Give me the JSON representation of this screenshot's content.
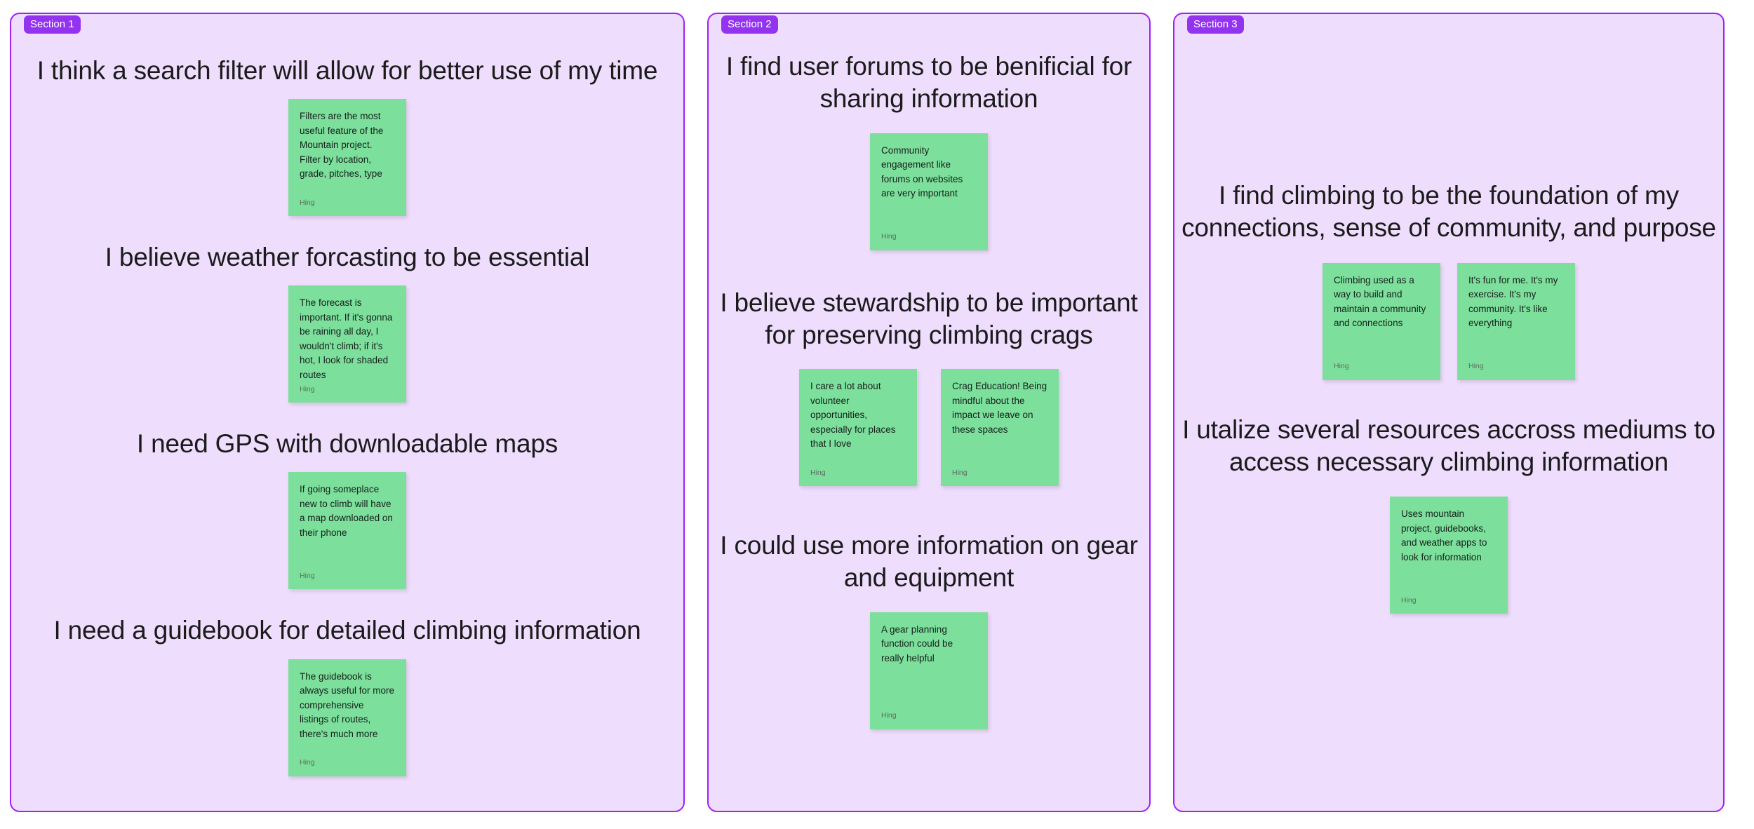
{
  "board": {
    "accent_purple": "#9333f0",
    "panel_fill": "#eeddfc",
    "panel_border": "#a020f5",
    "note_fill": "#7ddf9c",
    "note_author_default": "Hing"
  },
  "sections": [
    {
      "label": "Section 1",
      "groups": [
        {
          "heading": "I think a search filter will allow for better use of my time",
          "notes": [
            {
              "body": "Filters are the most useful feature of the Mountain project. Filter by location, grade, pitches, type",
              "author": "Hing"
            }
          ]
        },
        {
          "heading": "I believe weather forcasting to be essential",
          "notes": [
            {
              "body": "The forecast is important. If it's gonna be raining all day, I wouldn't climb; if it's hot, I look for shaded routes",
              "author": "Hing"
            }
          ]
        },
        {
          "heading": "I need GPS with downloadable maps",
          "notes": [
            {
              "body": "If going someplace new to climb will have a map downloaded on their phone",
              "author": "Hing"
            }
          ]
        },
        {
          "heading": "I need a guidebook for detailed climbing information",
          "notes": [
            {
              "body": "The guidebook is always useful for more comprehensive listings of routes, there's much more",
              "author": "Hing"
            }
          ]
        }
      ]
    },
    {
      "label": "Section 2",
      "groups": [
        {
          "heading": "I find user forums to be benificial for sharing information",
          "notes": [
            {
              "body": "Community engagement like forums on websites are very important",
              "author": "Hing"
            }
          ]
        },
        {
          "heading": "I believe stewardship to be important for preserving climbing crags",
          "notes": [
            {
              "body": "I care a lot about volunteer opportunities, especially for places that I love",
              "author": "Hing"
            },
            {
              "body": "Crag Education! Being mindful about the impact we leave on these spaces",
              "author": "Hing"
            }
          ]
        },
        {
          "heading": "I could use more information on gear and equipment",
          "notes": [
            {
              "body": "A gear planning function could be really helpful",
              "author": "Hing"
            }
          ]
        }
      ]
    },
    {
      "label": "Section 3",
      "groups": [
        {
          "heading": "I find climbing to be the foundation of my connections, sense of community, and purpose",
          "notes": [
            {
              "body": "Climbing used as a way to build and maintain a community and connections",
              "author": "Hing"
            },
            {
              "body": "It's fun for me. It's my exercise. It's my community. It's like everything",
              "author": "Hing"
            }
          ]
        },
        {
          "heading": "I utalize several resources accross mediums to access necessary climbing information",
          "notes": [
            {
              "body": "Uses mountain project, guidebooks, and weather apps to look for information",
              "author": "Hing"
            }
          ]
        }
      ]
    }
  ]
}
